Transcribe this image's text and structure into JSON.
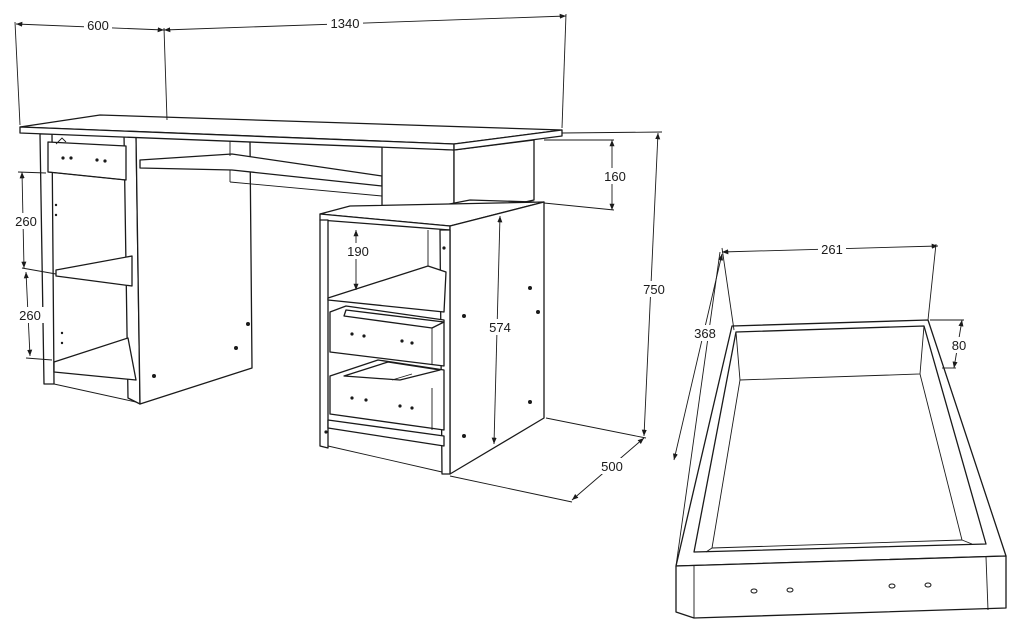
{
  "desk": {
    "dim_top_width": "600",
    "dim_total_length": "1340",
    "dim_upper_shelf_height": "160",
    "dim_left_shelf_1": "260",
    "dim_left_shelf_2": "260",
    "dim_pedestal_opening": "190",
    "dim_pedestal_height": "574",
    "dim_total_height": "750",
    "dim_depth": "500"
  },
  "drawer": {
    "dim_inner_width": "261",
    "dim_length": "368",
    "dim_height": "80"
  }
}
